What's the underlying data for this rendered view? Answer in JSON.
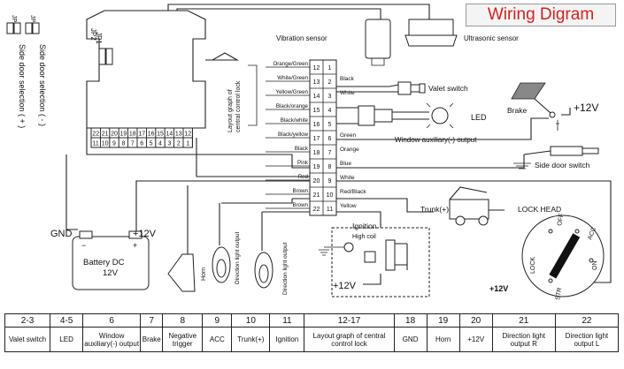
{
  "title": "Wiring Digram",
  "jumpers": {
    "jp1": "JP1",
    "jp2": "JP2",
    "jp1_vertical": "JP1",
    "jp2_vertical": "JP2",
    "jp1_desc": "Side door selection ( - )",
    "jp2_desc": "Side door selection ( + )"
  },
  "connector": {
    "top_row": [
      "22",
      "21",
      "20",
      "19",
      "18",
      "17",
      "16",
      "15",
      "14",
      "13",
      "12"
    ],
    "bottom_row": [
      "11",
      "10",
      "9",
      "8",
      "7",
      "6",
      "5",
      "4",
      "3",
      "2",
      "1"
    ]
  },
  "central_lock_label_1": "Layout graph of",
  "central_lock_label_2": "central control lock",
  "pin_rows": [
    {
      "left": "Orange/Green",
      "ln": "12",
      "rn": "1",
      "right": ""
    },
    {
      "left": "White/Green",
      "ln": "13",
      "rn": "2",
      "right": "Black"
    },
    {
      "left": "Yellow/Green",
      "ln": "14",
      "rn": "3",
      "right": "White"
    },
    {
      "left": "Black/orange",
      "ln": "15",
      "rn": "4",
      "right": ""
    },
    {
      "left": "Black/white",
      "ln": "16",
      "rn": "5",
      "right": ""
    },
    {
      "left": "Black/yellow",
      "ln": "17",
      "rn": "6",
      "right": "Green"
    },
    {
      "left": "Black",
      "ln": "18",
      "rn": "7",
      "right": "Orange"
    },
    {
      "left": "Pink",
      "ln": "19",
      "rn": "8",
      "right": "Blue"
    },
    {
      "left": "Red",
      "ln": "20",
      "rn": "9",
      "right": "White"
    },
    {
      "left": "Brown",
      "ln": "21",
      "rn": "10",
      "right": "Red/Black"
    },
    {
      "left": "Brown",
      "ln": "22",
      "rn": "11",
      "right": "Yellow"
    }
  ],
  "labels": {
    "vibration_sensor": "Vibration sensor",
    "ultrasonic_sensor": "Ultrasonic sensor",
    "valet_switch": "Valet switch",
    "led": "LED",
    "brake": "Brake",
    "plus12v_brake": "+12V",
    "window_output": "Window  auxiliary(-) output",
    "side_door_switch": "Side door switch",
    "trunk": "Trunk(+)",
    "lock_head": "LOCK HEAD",
    "ignition": "Ignition",
    "high_coil": "High coil",
    "plus12v_ign": "+12V",
    "gnd": "GND",
    "plus12v_batt": "+12V",
    "battery_1": "Battery DC",
    "battery_2": "12V",
    "horn": "Horn",
    "dir_light_1": "Direction light output",
    "dir_light_2": "Direction light output",
    "plus12v_lock": "+12V",
    "key_off": "OFF",
    "key_acc": "ACC",
    "key_lock": "LOCK",
    "key_on": "ON",
    "key_str": "STR"
  },
  "legend": [
    {
      "pin": "2-3",
      "desc": "Valet switch"
    },
    {
      "pin": "4-5",
      "desc": "LED"
    },
    {
      "pin": "6",
      "desc": "Window auxiliary(-) output"
    },
    {
      "pin": "7",
      "desc": "Brake"
    },
    {
      "pin": "8",
      "desc": "Negative trigger"
    },
    {
      "pin": "9",
      "desc": "ACC"
    },
    {
      "pin": "10",
      "desc": "Trunk(+)"
    },
    {
      "pin": "11",
      "desc": "Ignition"
    },
    {
      "pin": "12-17",
      "desc": "Layout graph of central control lock"
    },
    {
      "pin": "18",
      "desc": "GND"
    },
    {
      "pin": "19",
      "desc": "Horn"
    },
    {
      "pin": "20",
      "desc": "+12V"
    },
    {
      "pin": "21",
      "desc": "Direction light output R"
    },
    {
      "pin": "22",
      "desc": "Direction light output L"
    }
  ]
}
